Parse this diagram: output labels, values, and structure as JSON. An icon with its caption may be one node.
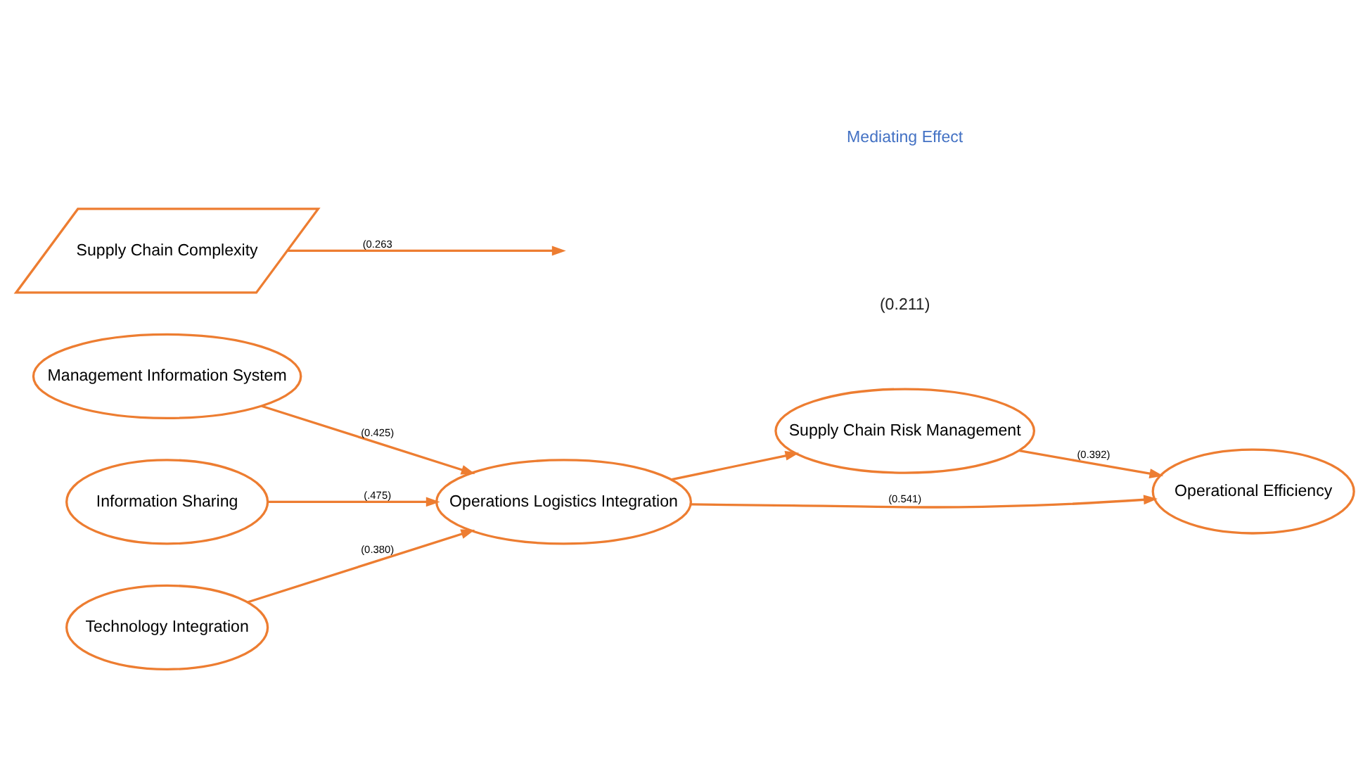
{
  "diagram": {
    "nodes": [
      {
        "text": [
          "Management Information System"
        ]
      },
      {
        "text": [
          "Information Sharing"
        ]
      },
      {
        "text": [
          "Technology Integration"
        ]
      },
      {
        "text": [
          "Operations Logistics Integration"
        ]
      },
      {
        "text": [
          "Supply Chain Risk Management"
        ]
      },
      {
        "text": [
          "Operational Efficiency"
        ]
      },
      {
        "text": [
          "Supply Chain Complexity"
        ]
      }
    ],
    "edges": [
      {
        "from": 0,
        "to": 3,
        "arrow": "to",
        "label": "(0.425)"
      },
      {
        "from": 1,
        "to": 3,
        "arrow": "to",
        "label": "(.475)"
      },
      {
        "from": 2,
        "to": 3,
        "arrow": "to",
        "label": "(0.380)"
      },
      {
        "from": 3,
        "to": 4,
        "arrow": "to"
      },
      {
        "from": 4,
        "to": 5,
        "arrow": "to",
        "label": "(0.392)"
      },
      {
        "from": 3,
        "to": 5,
        "arrow": "to",
        "label": "(0.541)"
      },
      {
        "from": 6,
        "to": null,
        "arrow": "to",
        "label": "(0.263"
      }
    ],
    "labels": [
      "Mediating Effect",
      "(0.211)"
    ]
  }
}
